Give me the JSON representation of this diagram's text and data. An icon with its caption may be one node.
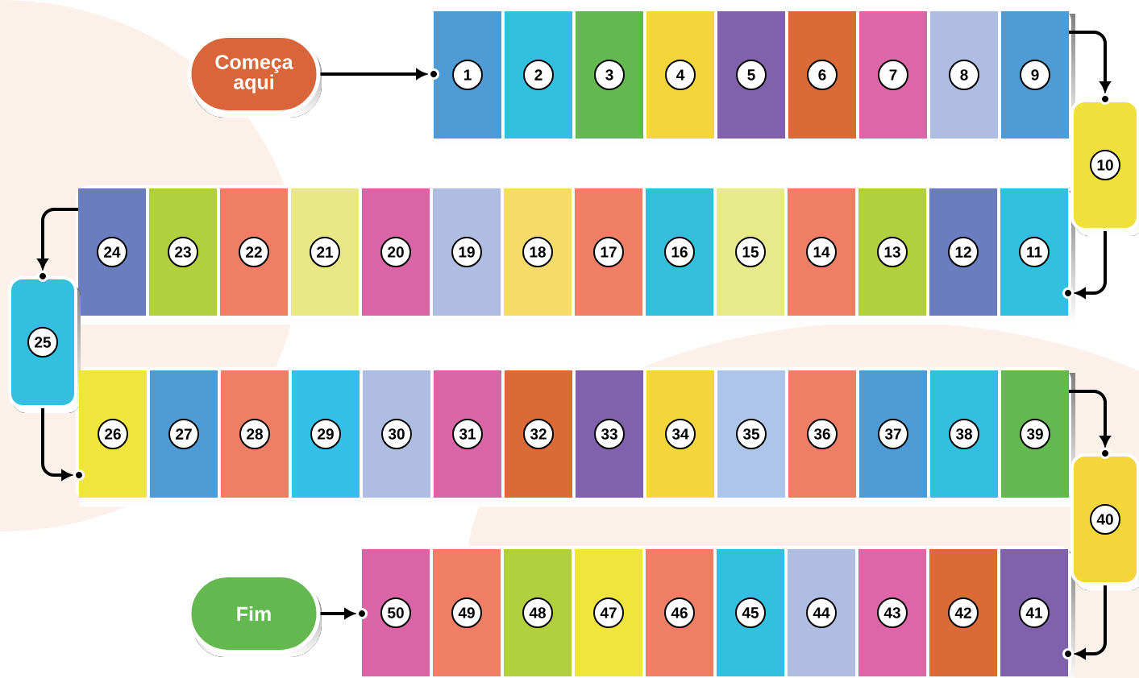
{
  "diagram": {
    "nodes": [
      {
        "text": [
          "Começa aqui"
        ]
      },
      {
        "text": [
          "1"
        ]
      },
      {
        "text": [
          "2"
        ]
      },
      {
        "text": [
          "3"
        ]
      },
      {
        "text": [
          "4"
        ]
      },
      {
        "text": [
          "5"
        ]
      },
      {
        "text": [
          "6"
        ]
      },
      {
        "text": [
          "7"
        ]
      },
      {
        "text": [
          "8"
        ]
      },
      {
        "text": [
          "9"
        ]
      },
      {
        "text": [
          "10"
        ]
      },
      {
        "text": [
          "11"
        ]
      },
      {
        "text": [
          "12"
        ]
      },
      {
        "text": [
          "13"
        ]
      },
      {
        "text": [
          "14"
        ]
      },
      {
        "text": [
          "15"
        ]
      },
      {
        "text": [
          "16"
        ]
      },
      {
        "text": [
          "17"
        ]
      },
      {
        "text": [
          "18"
        ]
      },
      {
        "text": [
          "19"
        ]
      },
      {
        "text": [
          "20"
        ]
      },
      {
        "text": [
          "21"
        ]
      },
      {
        "text": [
          "22"
        ]
      },
      {
        "text": [
          "23"
        ]
      },
      {
        "text": [
          "24"
        ]
      },
      {
        "text": [
          "25"
        ]
      },
      {
        "text": [
          "26"
        ]
      },
      {
        "text": [
          "27"
        ]
      },
      {
        "text": [
          "28"
        ]
      },
      {
        "text": [
          "29"
        ]
      },
      {
        "text": [
          "30"
        ]
      },
      {
        "text": [
          "31"
        ]
      },
      {
        "text": [
          "32"
        ]
      },
      {
        "text": [
          "33"
        ]
      },
      {
        "text": [
          "34"
        ]
      },
      {
        "text": [
          "35"
        ]
      },
      {
        "text": [
          "36"
        ]
      },
      {
        "text": [
          "37"
        ]
      },
      {
        "text": [
          "38"
        ]
      },
      {
        "text": [
          "39"
        ]
      },
      {
        "text": [
          "40"
        ]
      },
      {
        "text": [
          "41"
        ]
      },
      {
        "text": [
          "42"
        ]
      },
      {
        "text": [
          "43"
        ]
      },
      {
        "text": [
          "44"
        ]
      },
      {
        "text": [
          "45"
        ]
      },
      {
        "text": [
          "46"
        ]
      },
      {
        "text": [
          "47"
        ]
      },
      {
        "text": [
          "48"
        ]
      },
      {
        "text": [
          "49"
        ]
      },
      {
        "text": [
          "50"
        ]
      },
      {
        "text": [
          "Fim"
        ]
      }
    ],
    "edges": [
      {
        "from": 0,
        "to": 1,
        "arrow": "to"
      },
      {
        "from": 9,
        "to": 10,
        "arrow": "to"
      },
      {
        "from": 10,
        "to": 11,
        "arrow": "to"
      },
      {
        "from": 24,
        "to": 25,
        "arrow": "to"
      },
      {
        "from": 25,
        "to": 26,
        "arrow": "to"
      },
      {
        "from": 39,
        "to": 40,
        "arrow": "to"
      },
      {
        "from": 40,
        "to": 41,
        "arrow": "to"
      },
      {
        "from": 51,
        "to": 50,
        "arrow": "to"
      }
    ]
  }
}
